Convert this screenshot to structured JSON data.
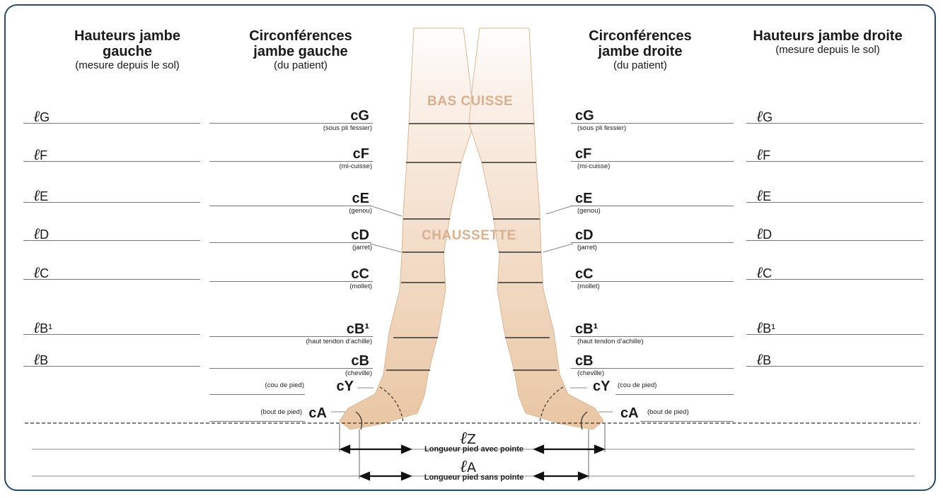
{
  "headers": {
    "left_heights_title": "Hauteurs jambe gauche",
    "left_heights_sub": "(mesure depuis le sol)",
    "left_circ_title": "Circonférences jambe gauche",
    "left_circ_sub": "(du patient)",
    "right_circ_title": "Circonférences jambe droite",
    "right_circ_sub": "(du patient)",
    "right_heights_title": "Hauteurs jambe droite",
    "right_heights_sub": "(mesure depuis le sol)"
  },
  "zones": {
    "thigh": "BAS CUISSE",
    "sock": "CHAUSSETTE"
  },
  "heights": [
    "G",
    "F",
    "E",
    "D",
    "C",
    "B¹",
    "B"
  ],
  "heights_prefix": "ℓ",
  "circumferences": [
    {
      "code": "cG",
      "note": "(sous pli fessier)"
    },
    {
      "code": "cF",
      "note": "(mi-cuisse)"
    },
    {
      "code": "cE",
      "note": "(genou)"
    },
    {
      "code": "cD",
      "note": "(jarret)"
    },
    {
      "code": "cC",
      "note": "(mollet)"
    },
    {
      "code": "cB¹",
      "note": "(haut tendon d’achille)"
    },
    {
      "code": "cB",
      "note": "(cheville)"
    },
    {
      "code": "cY",
      "note": "(cou de pied)"
    },
    {
      "code": "cA",
      "note": "(bout de pied)"
    }
  ],
  "foot": {
    "z_label": "Z",
    "z_desc": "Longueur pied avec pointe",
    "a_label": "A",
    "a_desc": "Longueur pied sans pointe"
  },
  "colors": {
    "border": "#2a4a6b",
    "skin_top": "#fbf1ea",
    "skin_bottom": "#e9c6a3",
    "zone_text": "#d9b08f"
  }
}
